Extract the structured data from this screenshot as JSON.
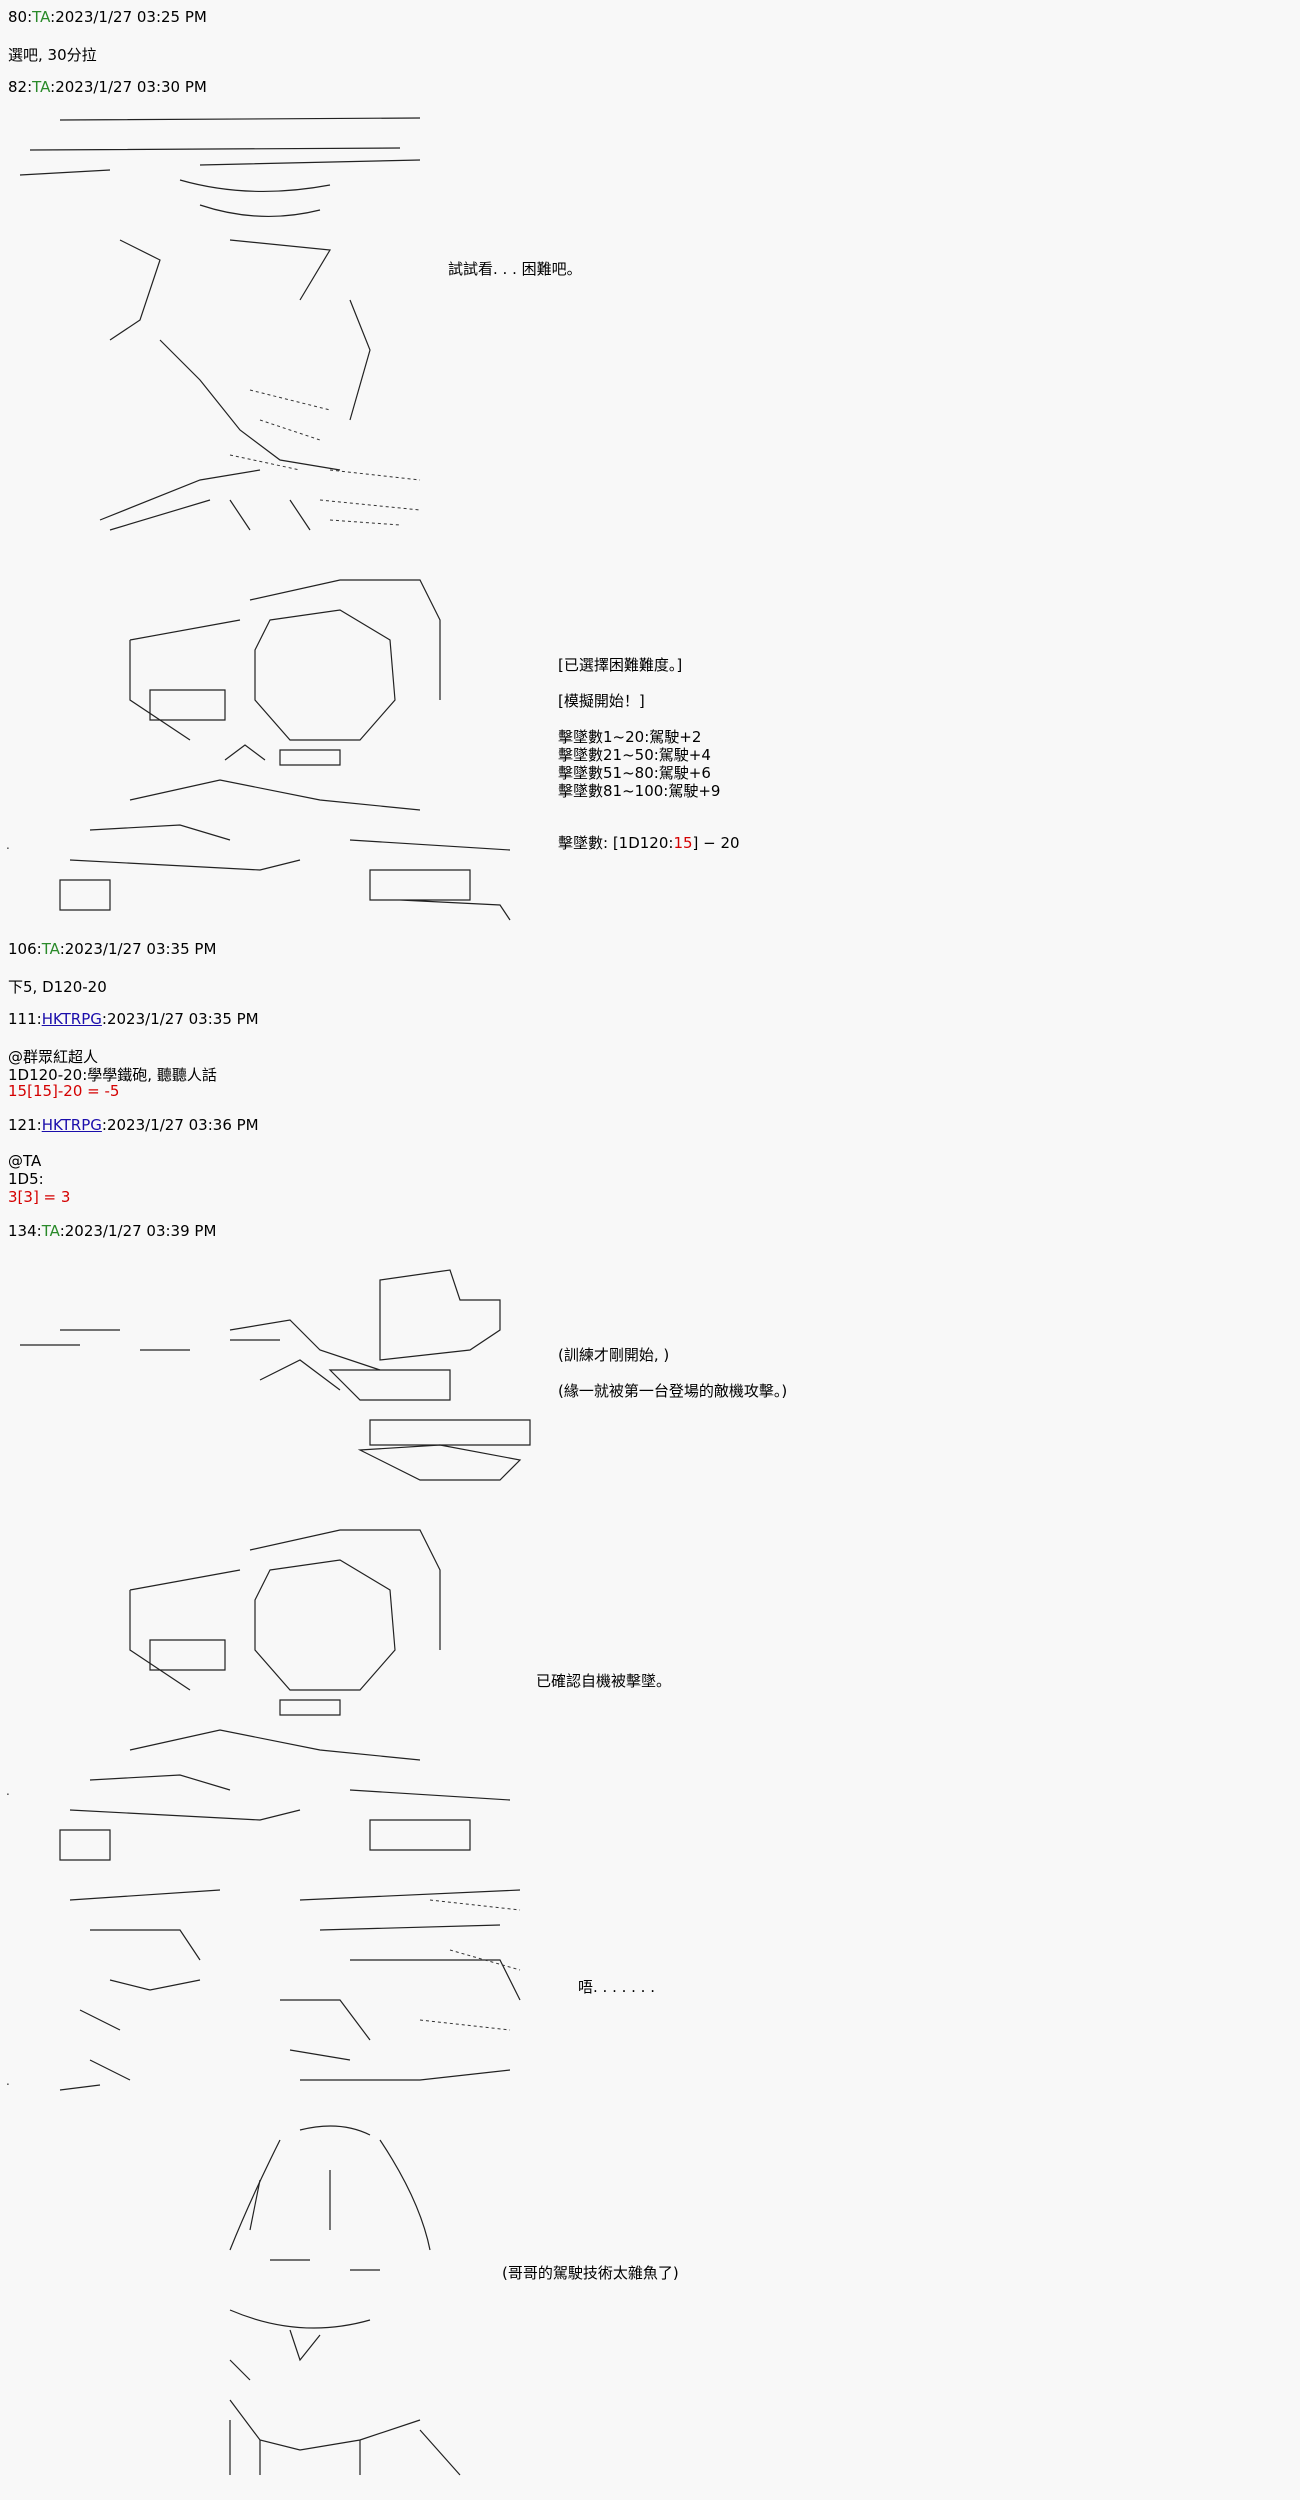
{
  "posts": [
    {
      "num": "80:",
      "name": "TA",
      "time": ":2023/1/27 03:25 PM",
      "kind": "ta"
    },
    {
      "num": "82:",
      "name": "TA",
      "time": ":2023/1/27 03:30 PM",
      "kind": "ta"
    },
    {
      "num": "106:",
      "name": "TA",
      "time": ":2023/1/27 03:35 PM",
      "kind": "ta"
    },
    {
      "num": "111:",
      "name": "HKTRPG",
      "time": ":2023/1/27 03:35 PM",
      "kind": "bot"
    },
    {
      "num": "121:",
      "name": "HKTRPG",
      "time": ":2023/1/27 03:36 PM",
      "kind": "bot"
    },
    {
      "num": "134:",
      "name": "TA",
      "time": ":2023/1/27 03:39 PM",
      "kind": "ta"
    }
  ],
  "texts": {
    "p80_body": "選吧, 30分拉",
    "p106_body": "下5, D120-20",
    "p111_l1": "@群眾紅超人",
    "p111_l2": "1D120-20:學學鐵砲, 聽聽人話",
    "p111_l3": "15[15]-20 = -5",
    "p121_l1": "@TA",
    "p121_l2": "1D5:",
    "p121_l3": "3[3] = 3"
  },
  "narration": {
    "n1": "試試看. . . 困難吧。",
    "n2a": "[已選擇困難難度。]",
    "n2b": "[模擬開始！]",
    "n2c": "擊墜數1~20:駕駛+2",
    "n2d": "擊墜數21~50:駕駛+4",
    "n2e": "擊墜數51~80:駕駛+6",
    "n2f": "擊墜數81~100:駕駛+9",
    "n2g_pre": "擊墜數: [1D120:",
    "n2g_roll": "15",
    "n2g_post": "] − 20",
    "n3a": "(訓練才剛開始, )",
    "n3b": "(緣一就被第一台登場的敵機攻擊。)",
    "n4": "已確認自機被擊墜。",
    "n5": "唔. . . . . . .",
    "n6": "(哥哥的駕駛技術太雜魚了)"
  },
  "colors": {
    "name_ta": "#2a8a2a",
    "name_bot": "#1a0dab",
    "roll": "#d40000"
  }
}
